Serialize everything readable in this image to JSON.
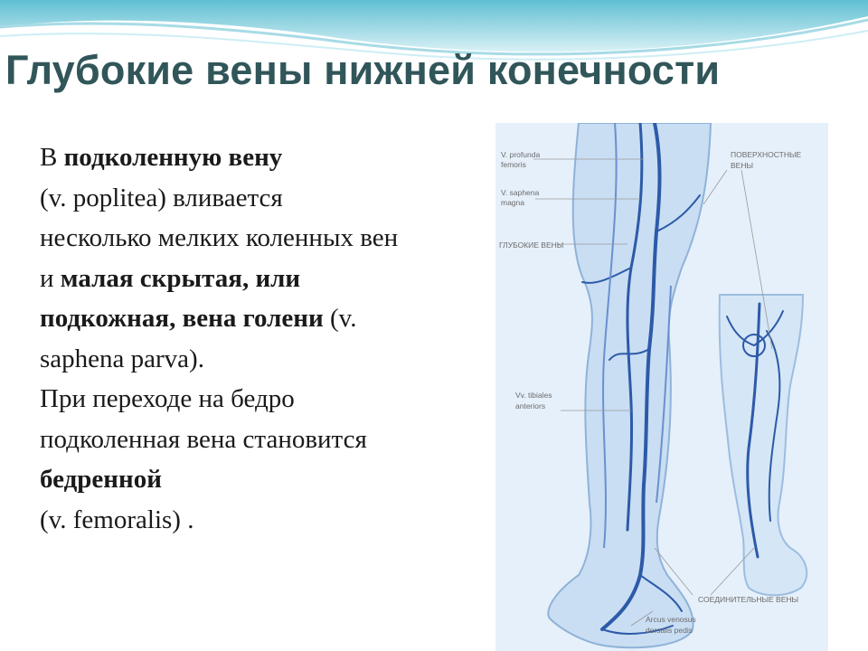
{
  "slide": {
    "title": "Глубокие вены нижней конечности",
    "text": {
      "l1_a": "В ",
      "l1_b": "подколенную вену",
      "l2": "(v. poplitea) вливается",
      "l3": "несколько мелких коленных вен",
      "l4_a": "и ",
      "l4_b": "малая скрытая, или",
      "l5_b": "подкожная, вена голени",
      "l5_c": " (v.",
      "l6": "saphena parva).",
      "l7": "При переходе на бедро",
      "l8": "подколенная вена становится",
      "l9_b": "бедренной",
      "l10": "(v. femoralis) ."
    }
  },
  "figure": {
    "labels": {
      "profunda_1": "V. profunda",
      "profunda_2": "femoris",
      "saphena_1": "V. saphena",
      "saphena_2": "magna",
      "deep": "ГЛУБОКИЕ ВЕНЫ",
      "superficial_1": "ПОВЕРХНОСТНЫЕ",
      "superficial_2": "ВЕНЫ",
      "tibiales_1": "Vv. tibiales",
      "tibiales_2": "anteriors",
      "connecting": "СОЕДИНИТЕЛЬНЫЕ ВЕНЫ",
      "arcus_1": "Arcus venosus",
      "arcus_2": "dorsalis pedis"
    }
  },
  "colors": {
    "title": "#31565a",
    "vein": "#2d5aa8",
    "leg_fill": "#c9def3",
    "figure_bg": "#e6f0fa",
    "wave": "#7ccbd9"
  }
}
